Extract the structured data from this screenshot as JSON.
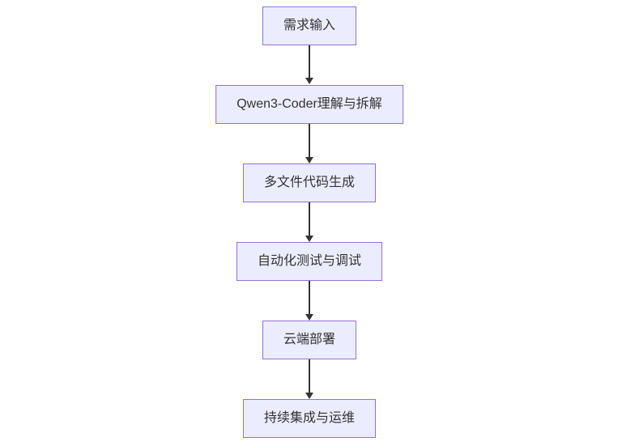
{
  "diagram": {
    "type": "flowchart",
    "direction": "top-down",
    "nodes": [
      {
        "id": "n1",
        "label": "需求输入"
      },
      {
        "id": "n2",
        "label": "Qwen3-Coder理解与拆解"
      },
      {
        "id": "n3",
        "label": "多文件代码生成"
      },
      {
        "id": "n4",
        "label": "自动化测试与调试"
      },
      {
        "id": "n5",
        "label": "云端部署"
      },
      {
        "id": "n6",
        "label": "持续集成与运维"
      }
    ],
    "edges": [
      {
        "from": "n1",
        "to": "n2"
      },
      {
        "from": "n2",
        "to": "n3"
      },
      {
        "from": "n3",
        "to": "n4"
      },
      {
        "from": "n4",
        "to": "n5"
      },
      {
        "from": "n5",
        "to": "n6"
      }
    ],
    "colors": {
      "node_fill": "#ECECFF",
      "node_border": "#9370DB",
      "node_text": "#333333",
      "arrow": "#333333",
      "background": "#FFFFFF"
    }
  }
}
